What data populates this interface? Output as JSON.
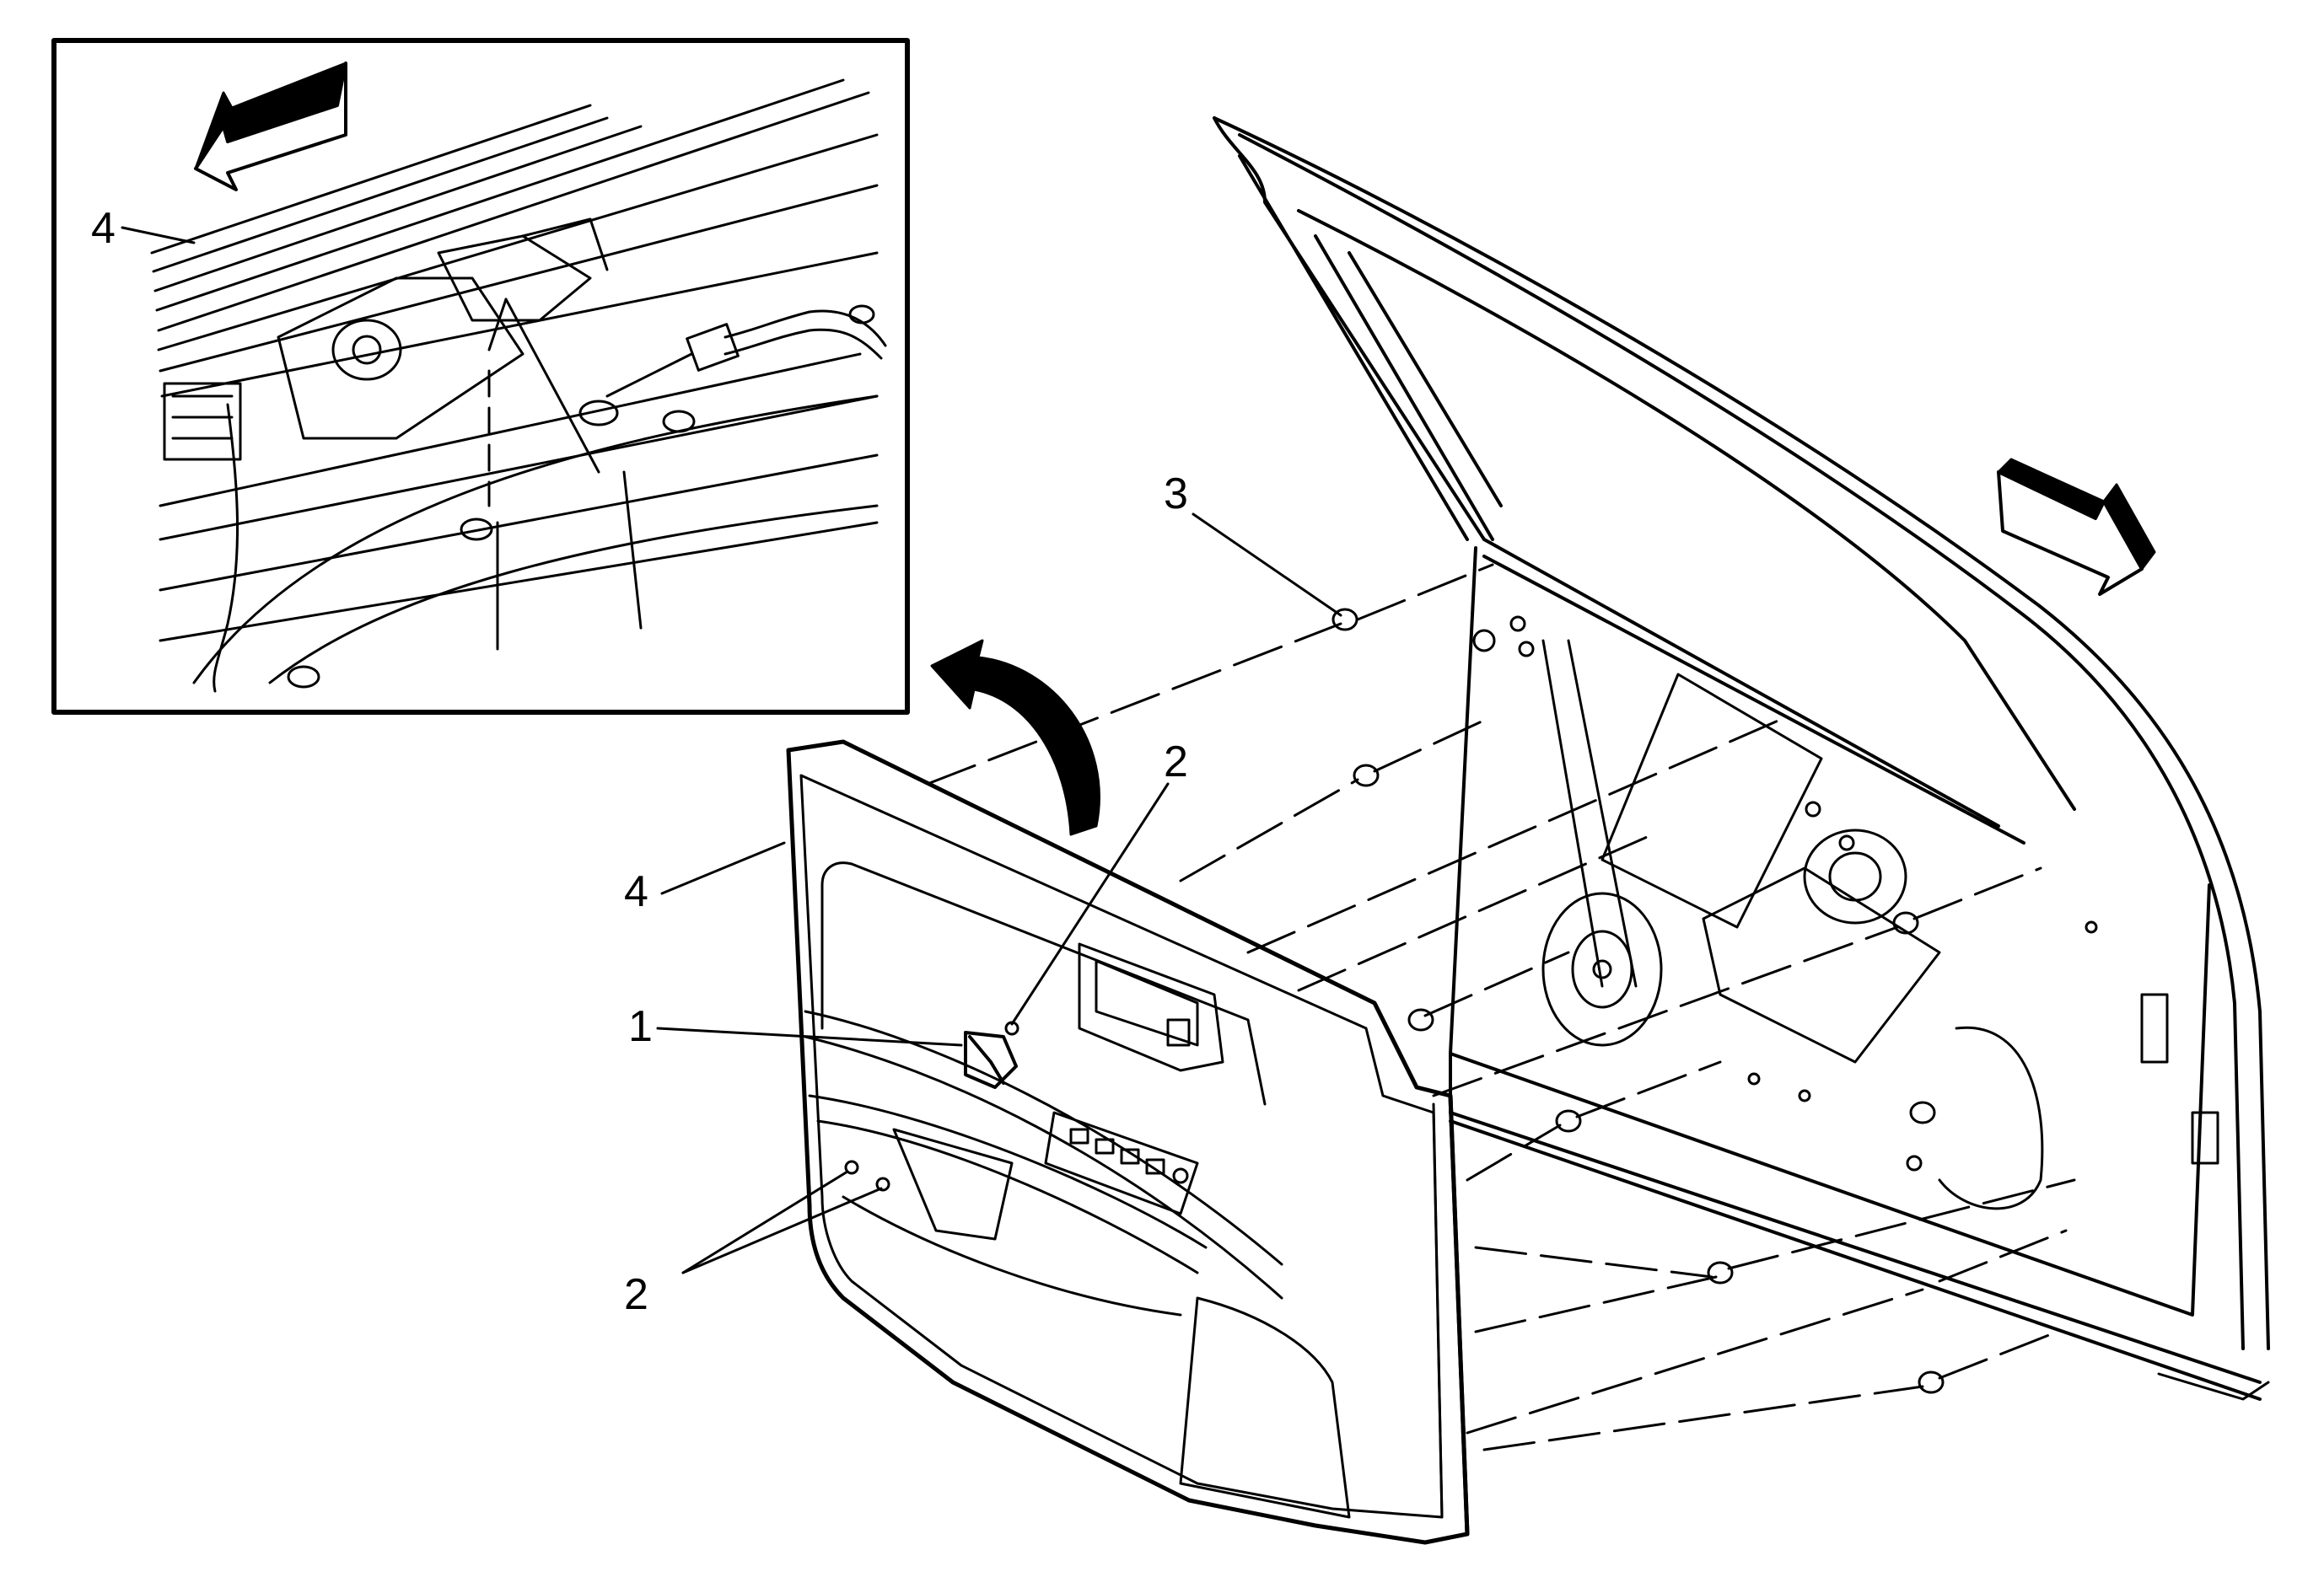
{
  "diagram": {
    "callouts": {
      "inset_4": "4",
      "label_1": "1",
      "label_2_upper": "2",
      "label_2_lower": "2",
      "label_3": "3",
      "label_4": "4"
    },
    "icons": {
      "inset_arrow": "direction-arrow-icon",
      "front_arrow": "forward-arrow-icon",
      "removal_arrow": "curved-arrow-icon"
    }
  }
}
